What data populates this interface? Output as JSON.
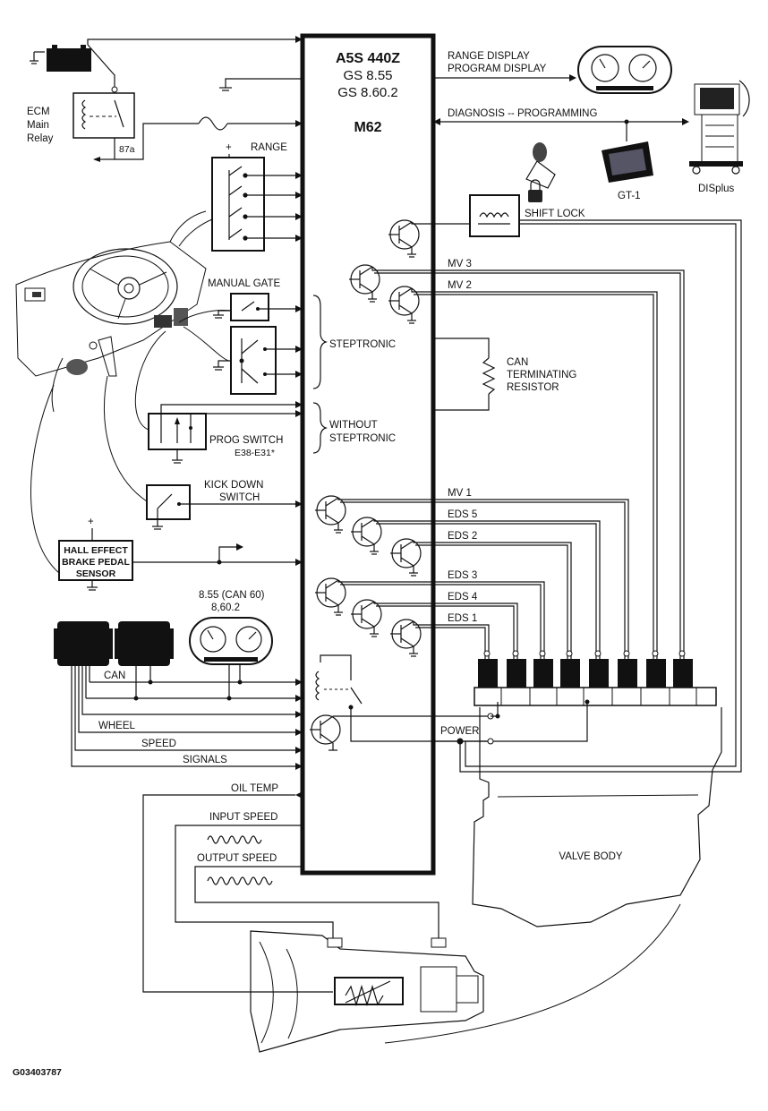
{
  "ecu": {
    "line1": "A5S 440Z",
    "line2": "GS 8.55",
    "line3": "GS 8.60.2",
    "line4": "M62"
  },
  "relay": {
    "title1": "ECM",
    "title2": "Main",
    "title3": "Relay",
    "pin": "87a"
  },
  "range": {
    "plus": "+",
    "label": "RANGE"
  },
  "manual_gate": "MANUAL GATE",
  "steptronic": "STEPTRONIC",
  "without_steptronic": {
    "line1": "WITHOUT",
    "line2": "STEPTRONIC"
  },
  "prog_switch": {
    "line1": "PROG SWITCH",
    "line2": "E38-E31*"
  },
  "kickdown": {
    "line1": "KICK DOWN",
    "line2": "SWITCH"
  },
  "hall": {
    "plus": "+",
    "line1": "HALL EFFECT",
    "line2": "BRAKE PEDAL",
    "line3": "SENSOR"
  },
  "cluster_label": {
    "line1": "8.55 (CAN 60)",
    "line2": "8,60.2"
  },
  "bus_labels": {
    "can": "CAN",
    "wheel": "WHEEL",
    "speed": "SPEED",
    "signals": "SIGNALS"
  },
  "sensor_labels": {
    "oil_temp": "OIL TEMP",
    "input_speed": "INPUT SPEED",
    "output_speed": "OUTPUT SPEED"
  },
  "outputs": {
    "range_display": "RANGE DISPLAY",
    "program_display": "PROGRAM DISPLAY",
    "diagnosis": "DIAGNOSIS -- PROGRAMMING",
    "shift_lock": "SHIFT LOCK",
    "gt1": "GT-1",
    "displus": "DISplus",
    "can_resistor": {
      "line1": "CAN",
      "line2": "TERMINATING",
      "line3": "RESISTOR"
    },
    "power": "POWER",
    "valve_body": "VALVE BODY"
  },
  "solenoids": [
    "MV 3",
    "MV 2",
    "MV 1",
    "EDS 5",
    "EDS 2",
    "EDS 3",
    "EDS 4",
    "EDS 1"
  ],
  "figure_id": "G03403787"
}
